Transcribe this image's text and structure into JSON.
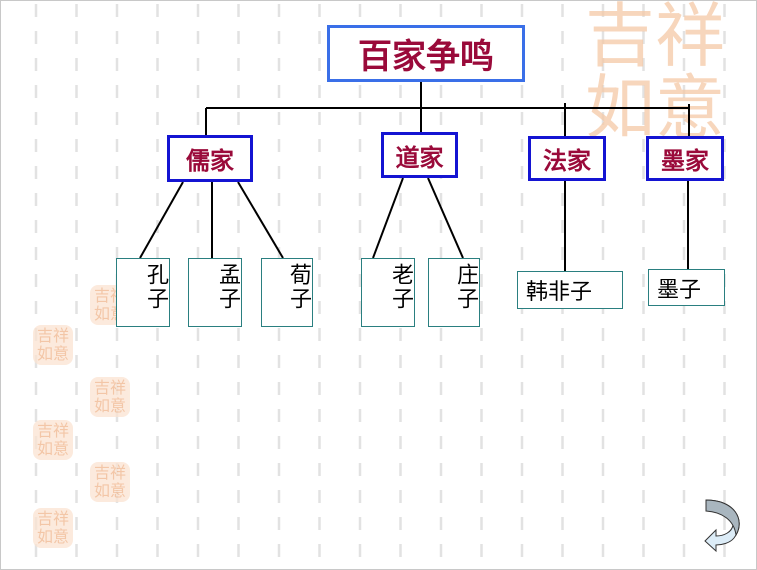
{
  "root": {
    "label": "百家争鸣"
  },
  "schools": [
    {
      "label": "儒家",
      "members": [
        "孔子",
        "孟子",
        "荀子"
      ]
    },
    {
      "label": "道家",
      "members": [
        "老子",
        "庄子"
      ]
    },
    {
      "label": "法家",
      "members": [
        "韩非子"
      ]
    },
    {
      "label": "墨家",
      "members": [
        "墨子"
      ]
    }
  ],
  "decoration": {
    "seal_text": "吉祥如意"
  },
  "nav": {
    "icon": "curved-return-arrow-icon"
  },
  "colors": {
    "root_border": "#3a6fe8",
    "school_border": "#1414d2",
    "title_text": "#9a0a3a",
    "person_border": "#2a7f80",
    "seal": "#f5c9a6"
  }
}
